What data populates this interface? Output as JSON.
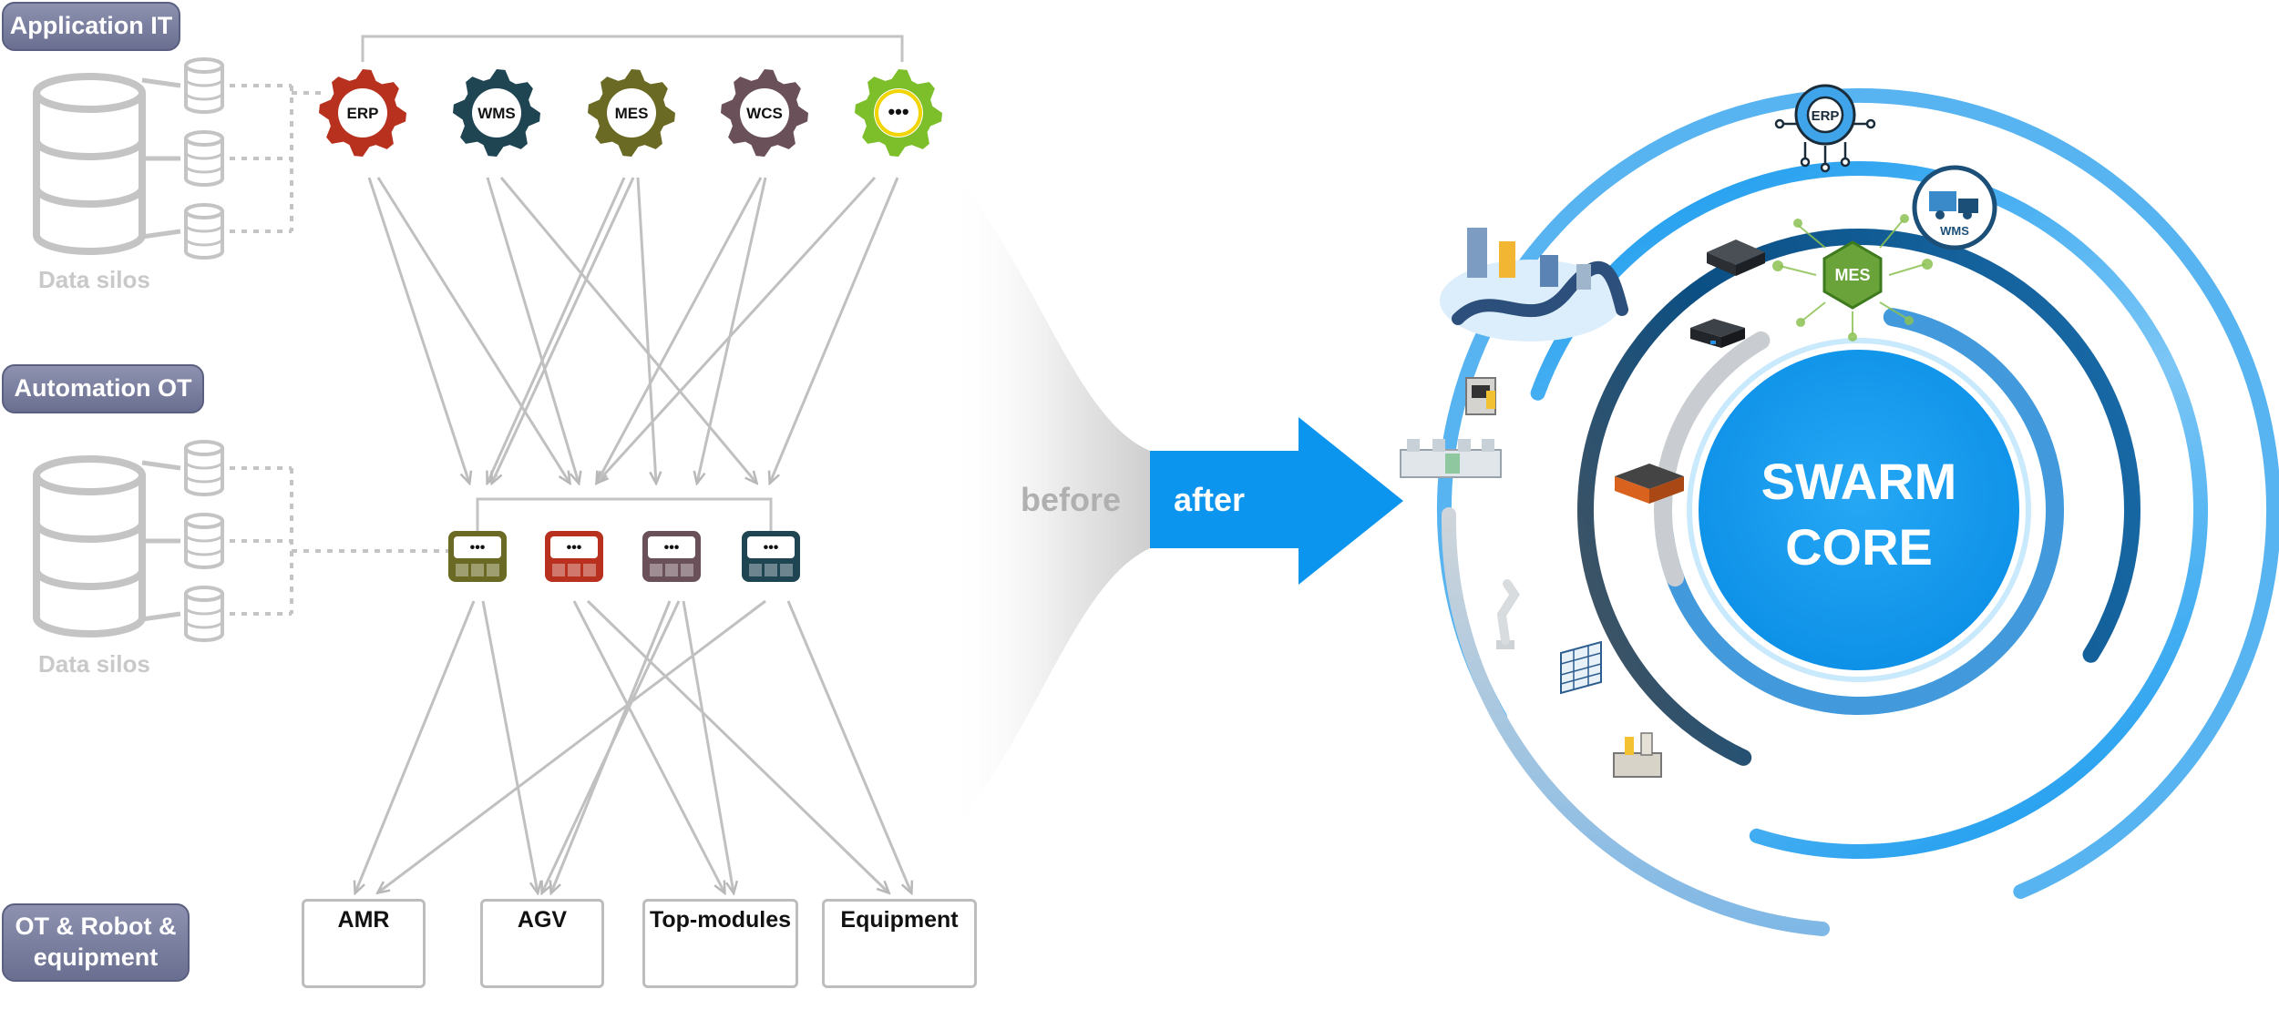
{
  "layers": {
    "app_it": "Application IT",
    "automation_ot": "Automation OT",
    "ot_robot": "OT & Robot & equipment"
  },
  "data_silos_label": "Data silos",
  "systems": [
    {
      "label": "ERP",
      "color": "#b8311f"
    },
    {
      "label": "WMS",
      "color": "#1f4452"
    },
    {
      "label": "MES",
      "color": "#6a6a25"
    },
    {
      "label": "WCS",
      "color": "#6a5058"
    },
    {
      "label": "•••",
      "color": "#7cbf2a"
    }
  ],
  "controllers": [
    {
      "label": "•••",
      "color": "#6a6a25"
    },
    {
      "label": "•••",
      "color": "#b8311f"
    },
    {
      "label": "•••",
      "color": "#6a5058"
    },
    {
      "label": "•••",
      "color": "#1f4452"
    }
  ],
  "targets": [
    "AMR",
    "AGV",
    "Top-modules",
    "Equipment"
  ],
  "transition": {
    "before": "before",
    "after": "after",
    "accent": "#0b95ee"
  },
  "swarm": {
    "line1": "SWARM",
    "line2": "CORE"
  },
  "ring_icons": {
    "erp": "ERP",
    "wms": "WMS",
    "mes": "MES"
  }
}
